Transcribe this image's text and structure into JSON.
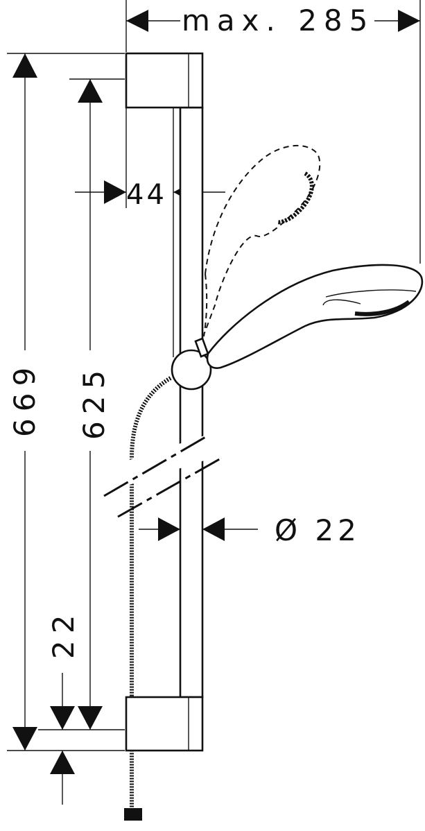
{
  "dimensions": {
    "max_width": "max. 285",
    "total_height": "669",
    "bar_length": "625",
    "wall_offset": "44",
    "bar_diameter": "Ø 22",
    "bottom_offset": "22"
  }
}
